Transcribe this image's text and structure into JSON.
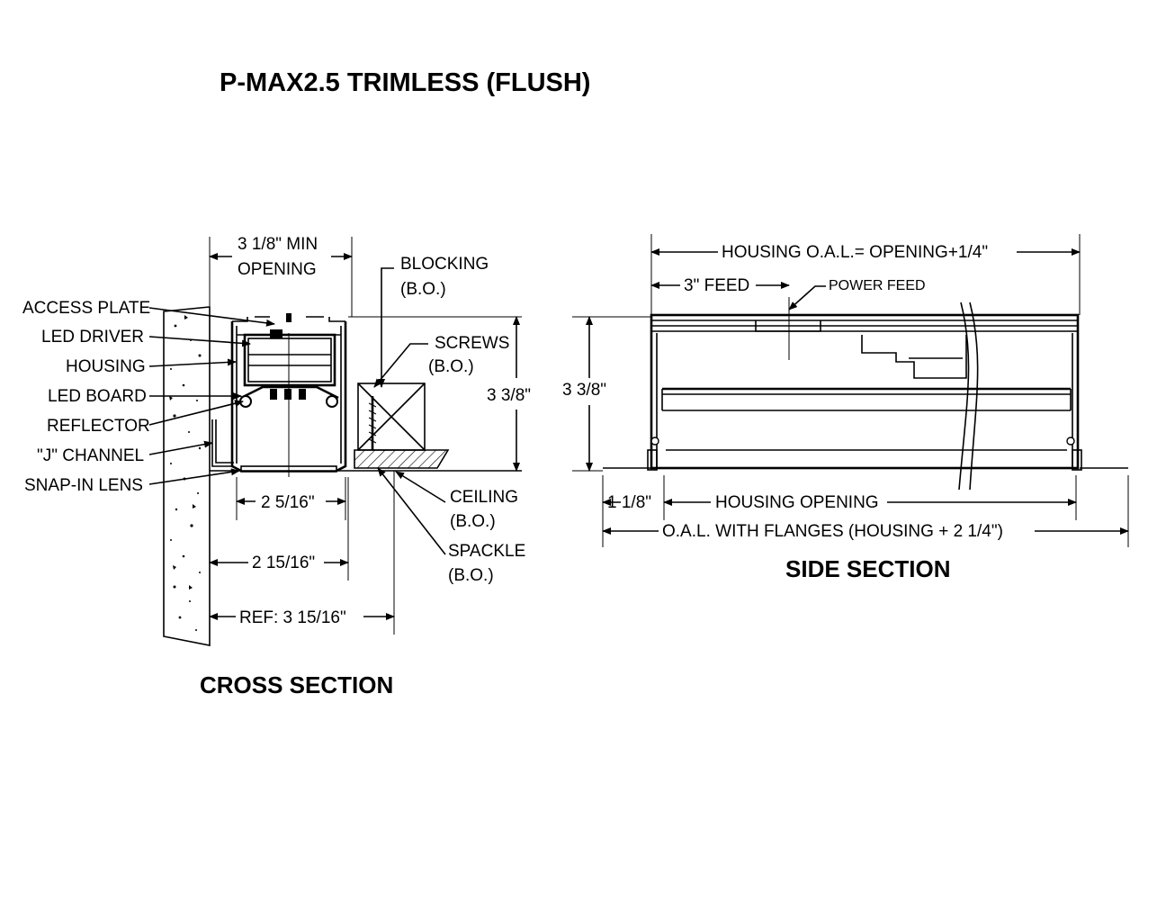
{
  "title": "P-MAX2.5 TRIMLESS (FLUSH)",
  "cross_section": {
    "heading": "CROSS SECTION",
    "callouts": {
      "access_plate": "ACCESS PLATE",
      "led_driver": "LED DRIVER",
      "housing": "HOUSING",
      "led_board": "LED BOARD",
      "reflector": "REFLECTOR",
      "j_channel": "\"J\" CHANNEL",
      "snap_in_lens": "SNAP-IN LENS",
      "blocking": "BLOCKING",
      "blocking_bo": "(B.O.)",
      "screws": "SCREWS",
      "screws_bo": "(B.O.)",
      "ceiling": "CEILING",
      "ceiling_bo": "(B.O.)",
      "spackle": "SPACKLE",
      "spackle_bo": "(B.O.)"
    },
    "dimensions": {
      "min_opening_1": "3 1/8\" MIN",
      "min_opening_2": "OPENING",
      "height": "3 3/8\"",
      "lens_width": "2 5/16\"",
      "housing_width": "2 15/16\"",
      "ref_width": "REF: 3 15/16\""
    }
  },
  "side_section": {
    "heading": "SIDE SECTION",
    "dimensions": {
      "housing_oal": "HOUSING O.A.L.= OPENING+1/4\"",
      "feed": "3\" FEED",
      "power_feed": "POWER FEED",
      "height": "3 3/8\"",
      "flange": "1 1/8\"",
      "housing_opening": "HOUSING OPENING",
      "oal_flanges": "O.A.L. WITH FLANGES (HOUSING + 2 1/4\")"
    }
  }
}
